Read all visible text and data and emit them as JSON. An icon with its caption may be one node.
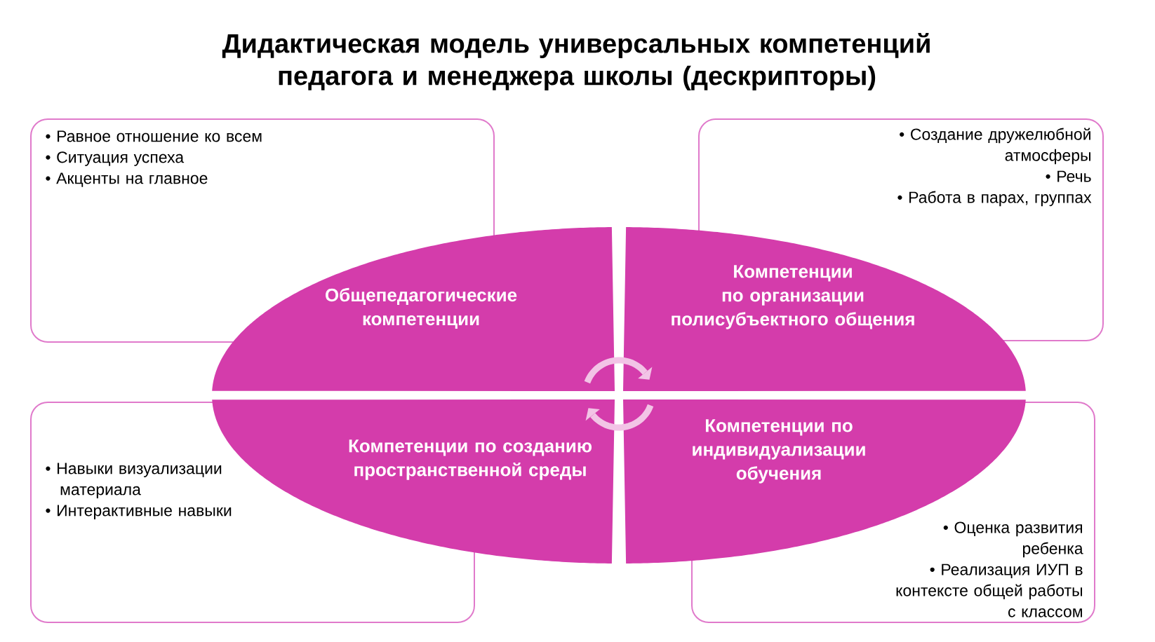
{
  "diagram": {
    "title": "Дидактическая модель универсальных компетенций педагога и менеджера школы (дескрипторы)",
    "nodes": [
      {
        "text": [
          "• Равное отношение ко всем",
          "• Ситуация успеха",
          "• Акценты на главное"
        ]
      },
      {
        "text": [
          "• Создание дружелюбной атмосферы",
          "• Речь",
          "• Работа в парах, группах"
        ]
      },
      {
        "text": [
          "Общепедагогические компетенции"
        ]
      },
      {
        "text": [
          "Компетенции по организации полисубъектного общения"
        ]
      },
      {
        "text": [
          "Компетенции по созданию пространственной среды"
        ]
      },
      {
        "text": [
          "Компетенции по индивидуализации обучения"
        ]
      },
      {
        "text": [
          "• Навыки визуализации материала",
          "• Интерактивные навыки"
        ]
      },
      {
        "text": [
          "• Оценка развития ребенка",
          "• Реализация ИУП в контексте общей работы с классом"
        ]
      }
    ],
    "edges": [
      {
        "from": 2,
        "to": 3,
        "arrow": "to"
      },
      {
        "from": 5,
        "to": 4,
        "arrow": "to"
      }
    ]
  }
}
